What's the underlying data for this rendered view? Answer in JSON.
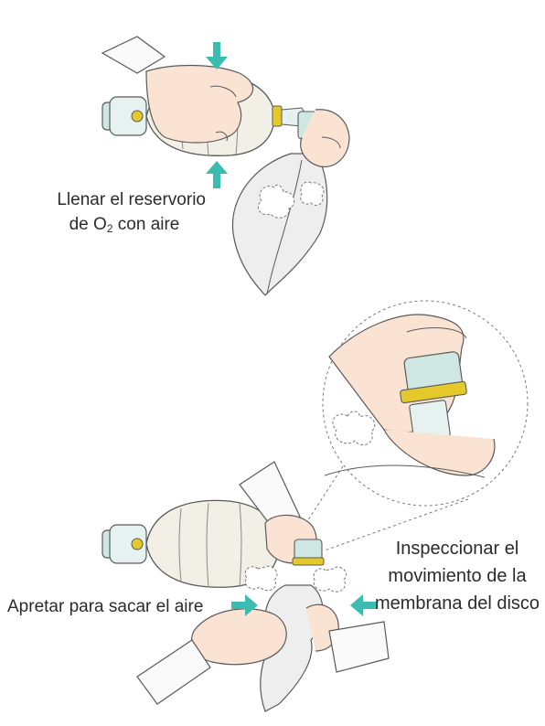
{
  "labels": {
    "fill_line1": "Llenar el reservorio",
    "fill_line2_pre": "de O",
    "fill_line2_sub": "2",
    "fill_line2_post": " con aire",
    "inspect_line1": "Inspeccionar el",
    "inspect_line2": "movimiento de la",
    "inspect_line3": "membrana del disco",
    "squeeze": "Apretar para sacar el aire"
  },
  "colors": {
    "arrow": "#3bbcb0",
    "outline": "#5a5a5a",
    "bag": "#f1efe6",
    "skin": "#fbe3d4",
    "sleeve": "#fafafa",
    "valve": "#cfe7e2",
    "yellow": "#e5c92a",
    "reservoir": "#e3e3e3"
  },
  "icons": {
    "compress_arrows": "down-arrow-icon / up-arrow-icon",
    "squeeze_arrows": "right-arrow-icon / left-arrow-icon"
  }
}
